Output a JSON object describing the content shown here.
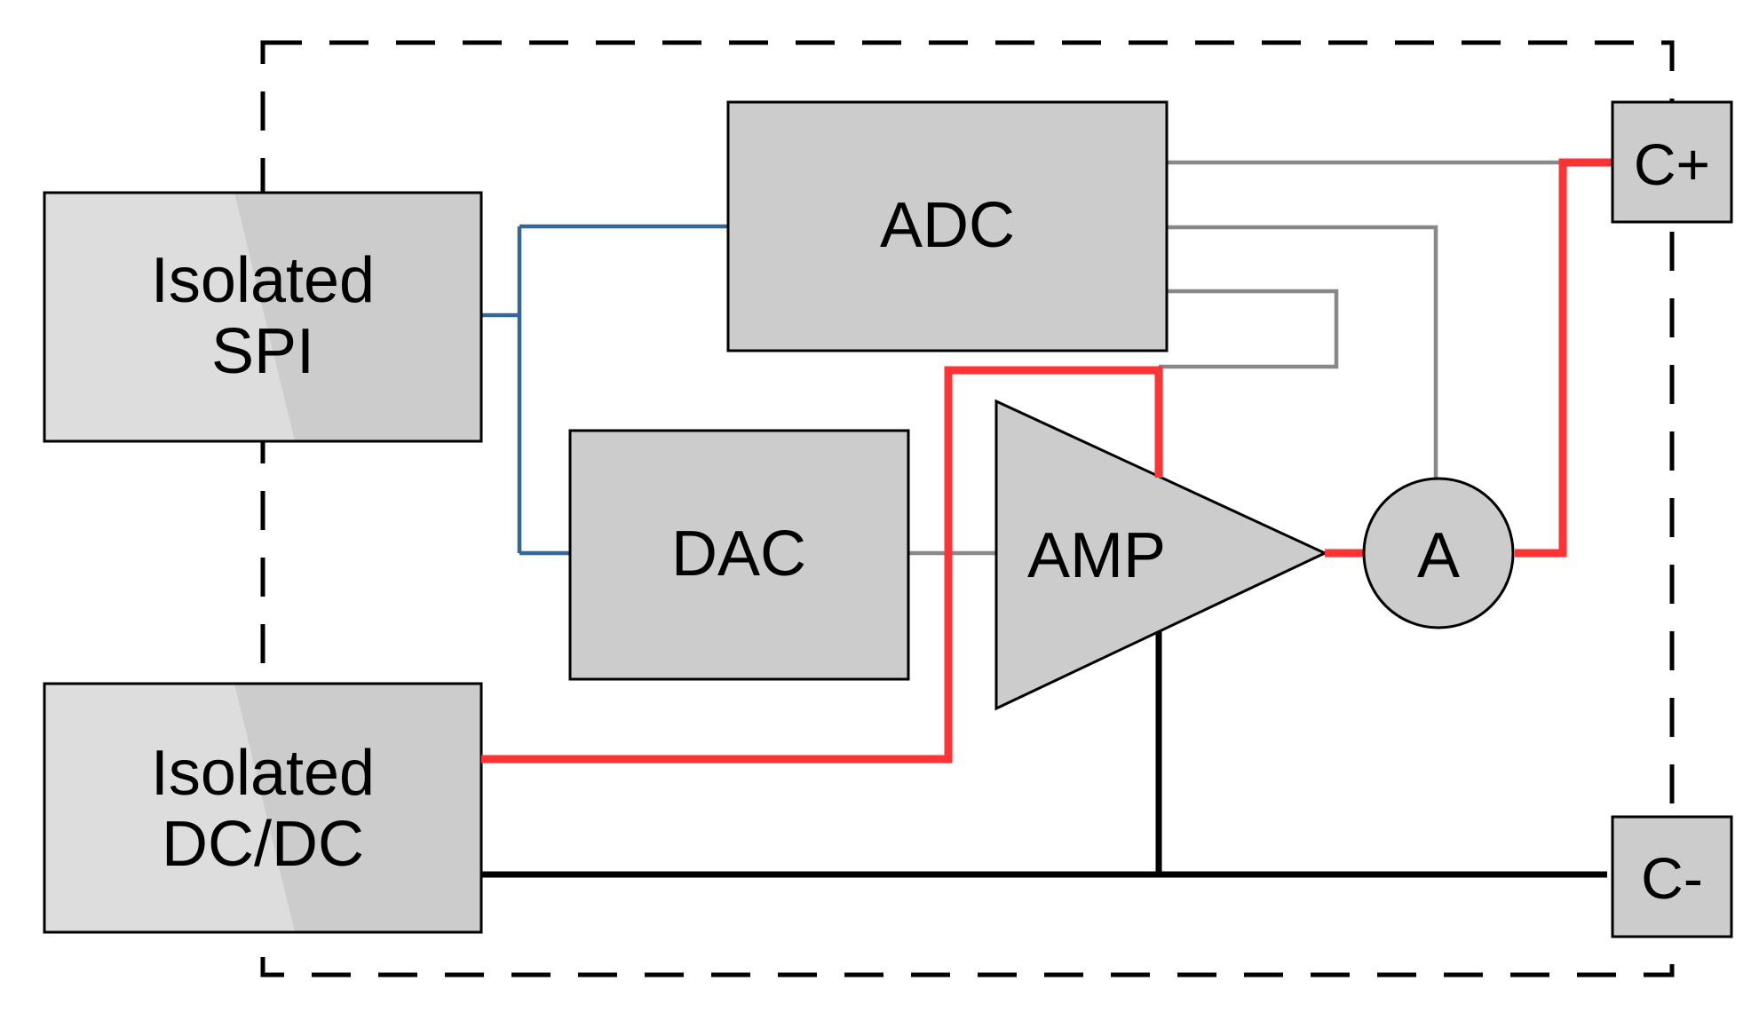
{
  "blocks": {
    "isolated_spi": {
      "line1": "Isolated",
      "line2": "SPI"
    },
    "adc": {
      "label": "ADC"
    },
    "dac": {
      "label": "DAC"
    },
    "isolated_dcdc": {
      "line1": "Isolated",
      "line2": "DC/DC"
    },
    "amp": {
      "label": "AMP"
    },
    "ammeter": {
      "label": "A"
    },
    "terminal_pos": {
      "label": "C+"
    },
    "terminal_neg": {
      "label": "C-"
    }
  },
  "colors": {
    "block_fill": "#cccccc",
    "block_fill_light": "#dddddd",
    "spi_bus": "#336699",
    "signal": "#888888",
    "power": "#ff3333",
    "ground": "#000000",
    "boundary": "#000000"
  }
}
